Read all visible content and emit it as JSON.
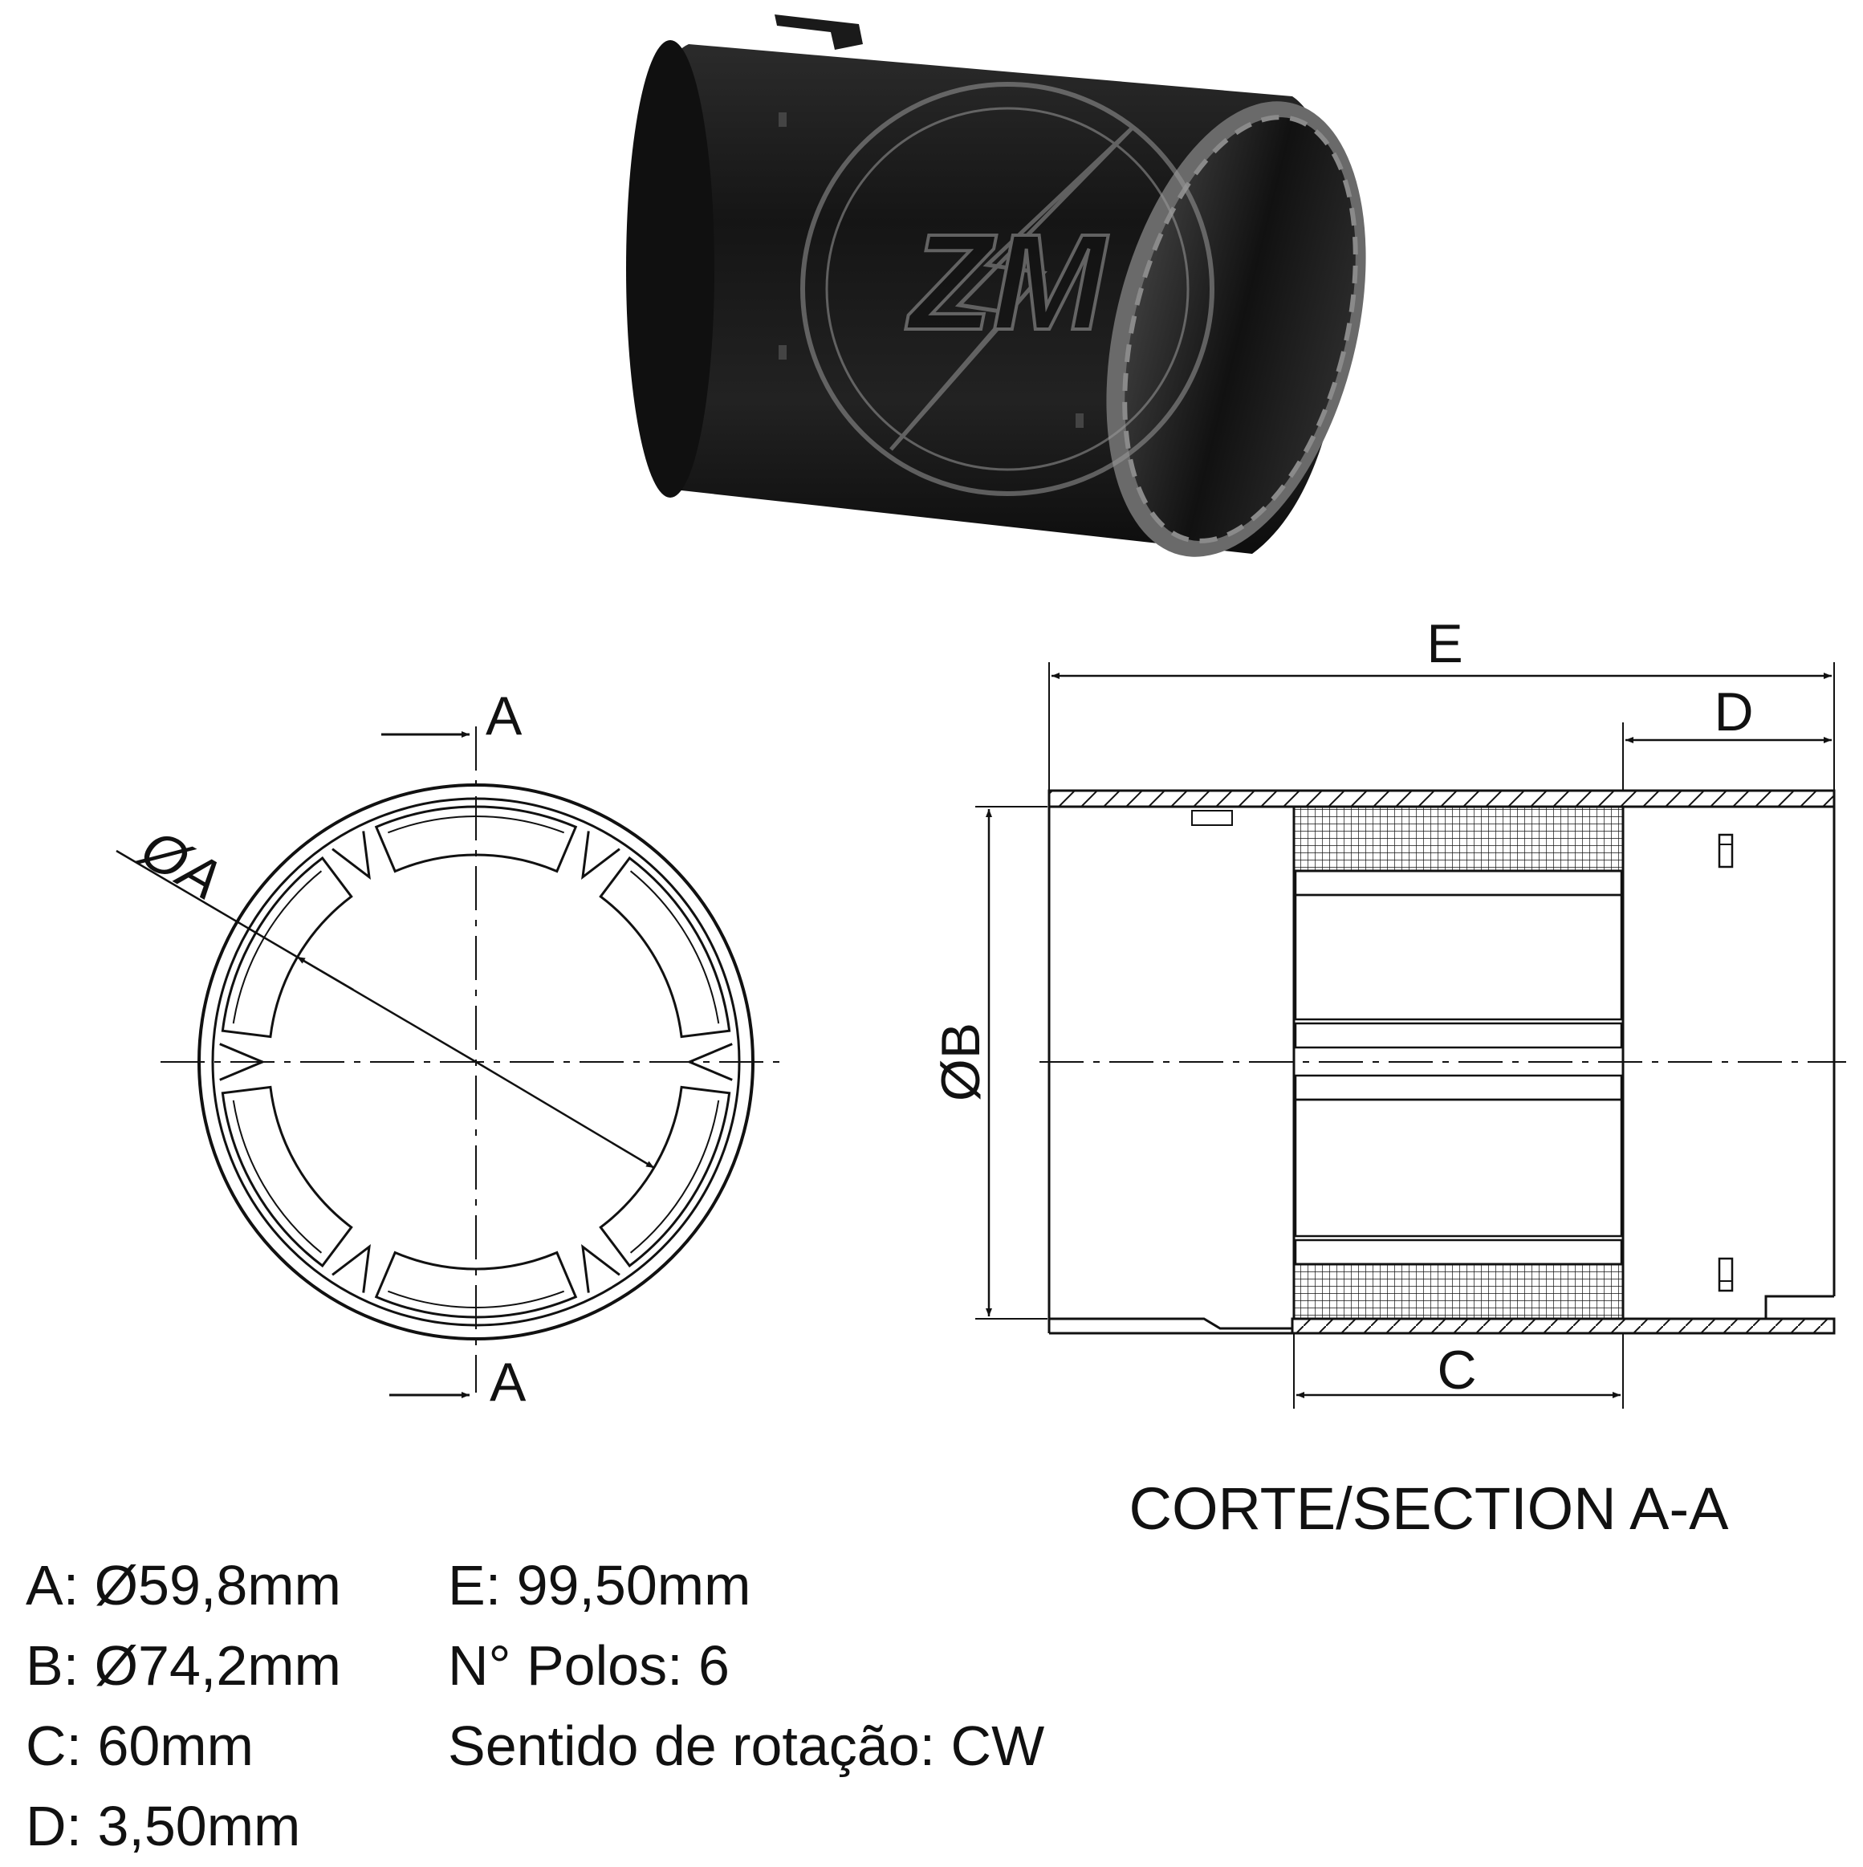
{
  "labels": {
    "section_mark_top": "A",
    "section_mark_bottom": "A",
    "diameter_a": "ØA",
    "diameter_b": "ØB",
    "dim_e": "E",
    "dim_d": "D",
    "dim_c": "C",
    "section_caption": "CORTE/SECTION  A-A"
  },
  "specs_left": [
    "A: Ø59,8mm",
    "B: Ø74,2mm",
    "C: 60mm",
    "D: 3,50mm"
  ],
  "specs_right": [
    "E: 99,50mm",
    "N° Polos: 6",
    "Sentido de rotação: CW"
  ],
  "watermark": "ZM",
  "colors": {
    "line": "#111111",
    "part_body": "#1c1c1c",
    "part_highlight": "#4a4a4a",
    "watermark": "#9a9a9a"
  }
}
